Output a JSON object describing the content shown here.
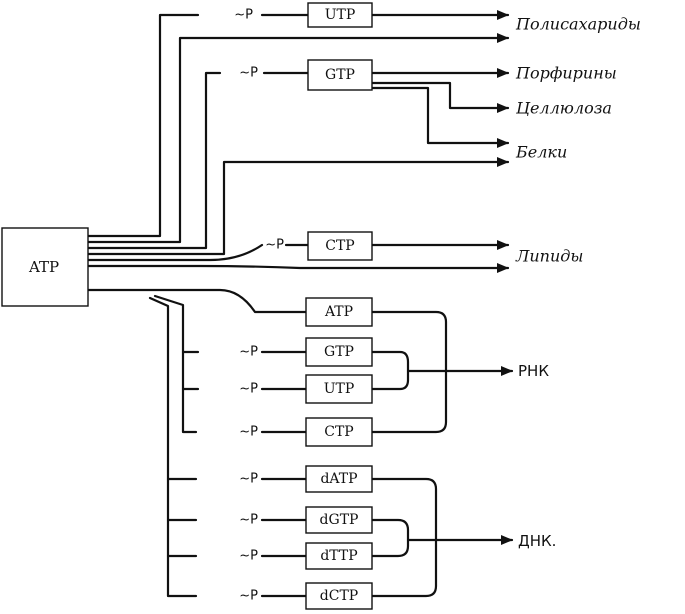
{
  "source": {
    "label": "ATP"
  },
  "phosphate_label": "~P",
  "boxes": {
    "utp_top": "UTP",
    "gtp_top": "GTP",
    "ctp_lipid": "CTP",
    "rna_atp": "ATP",
    "rna_gtp": "GTP",
    "rna_utp": "UTP",
    "rna_ctp": "CTP",
    "dna_datp": "dATP",
    "dna_dgtp": "dGTP",
    "dna_dttp": "dTTP",
    "dna_dctp": "dCTP"
  },
  "products": {
    "polysaccharides": "Полисахариды",
    "porphyrins": "Порфирины",
    "cellulose": "Целлюлоза",
    "proteins": "Белки",
    "lipids": "Липиды",
    "rna": "РНК",
    "dna": "ДНК."
  }
}
